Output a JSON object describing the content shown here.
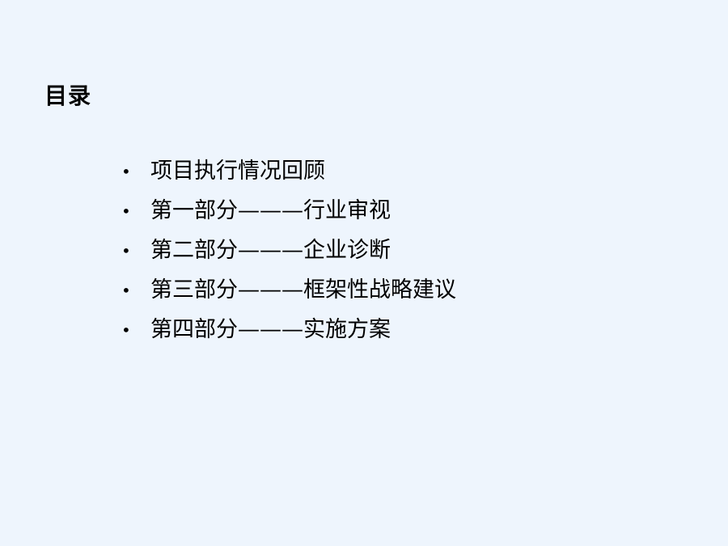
{
  "slide": {
    "title": "目录",
    "items": [
      {
        "text": "项目执行情况回顾"
      },
      {
        "text": "第一部分———行业审视"
      },
      {
        "text": "第二部分———企业诊断"
      },
      {
        "text": "第三部分———框架性战略建议"
      },
      {
        "text": "第四部分———实施方案"
      }
    ],
    "bullet_symbol": "•",
    "colors": {
      "background": "#eef5fd",
      "text": "#000000"
    }
  }
}
